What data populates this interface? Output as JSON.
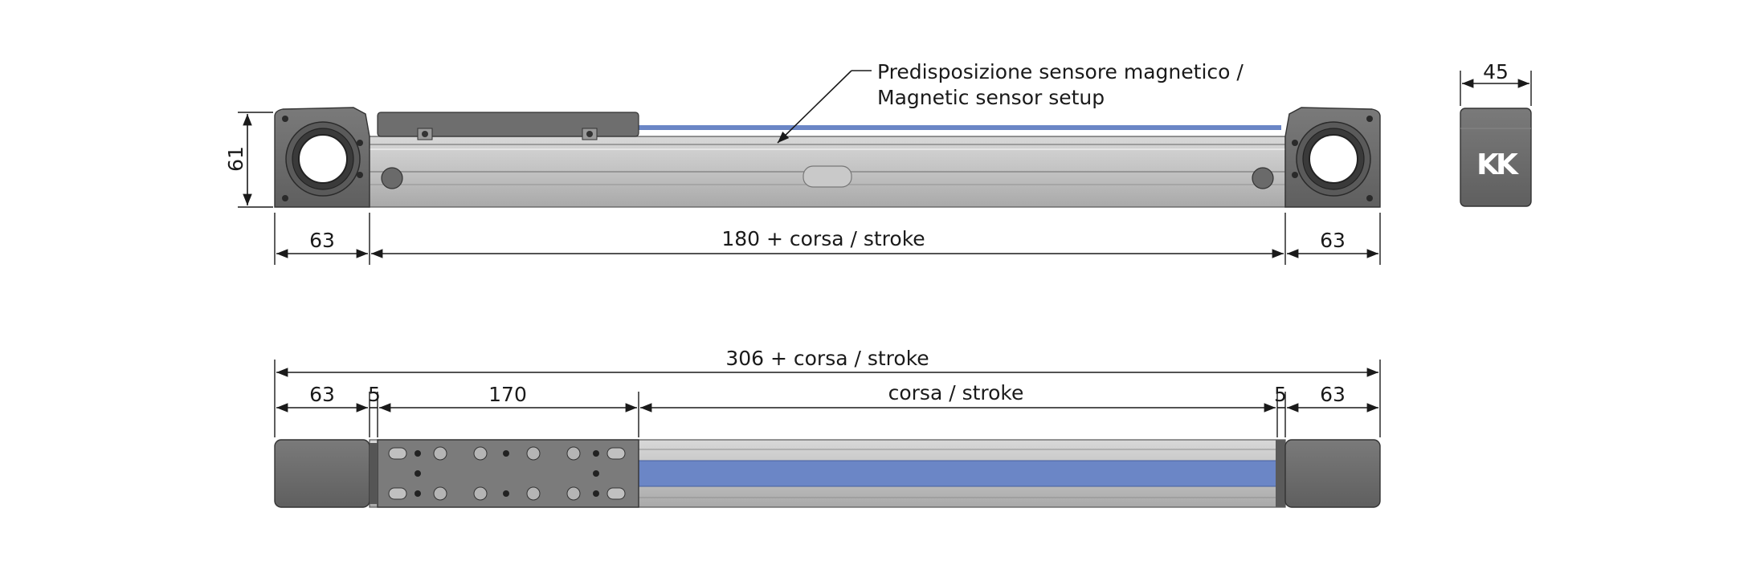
{
  "top_view": {
    "sensor_label_line1": "Predisposizione sensore magnetico /",
    "sensor_label_line2": "Magnetic sensor setup",
    "height_dim": "61",
    "left_end_dim": "63",
    "middle_dim": "180 + corsa / stroke",
    "right_end_dim": "63"
  },
  "side_view": {
    "width_dim": "45",
    "logo_text": "KK"
  },
  "bottom_view": {
    "total_dim": "306 + corsa / stroke",
    "left_end_dim": "63",
    "left_gap_dim": "5",
    "carriage_dim": "170",
    "stroke_dim": "corsa / stroke",
    "right_gap_dim": "5",
    "right_end_dim": "63"
  },
  "colors": {
    "housing": "#6b6b6b",
    "profile": "#bdbdbd",
    "belt": "#6b86c6",
    "line": "#1a1a1a"
  }
}
